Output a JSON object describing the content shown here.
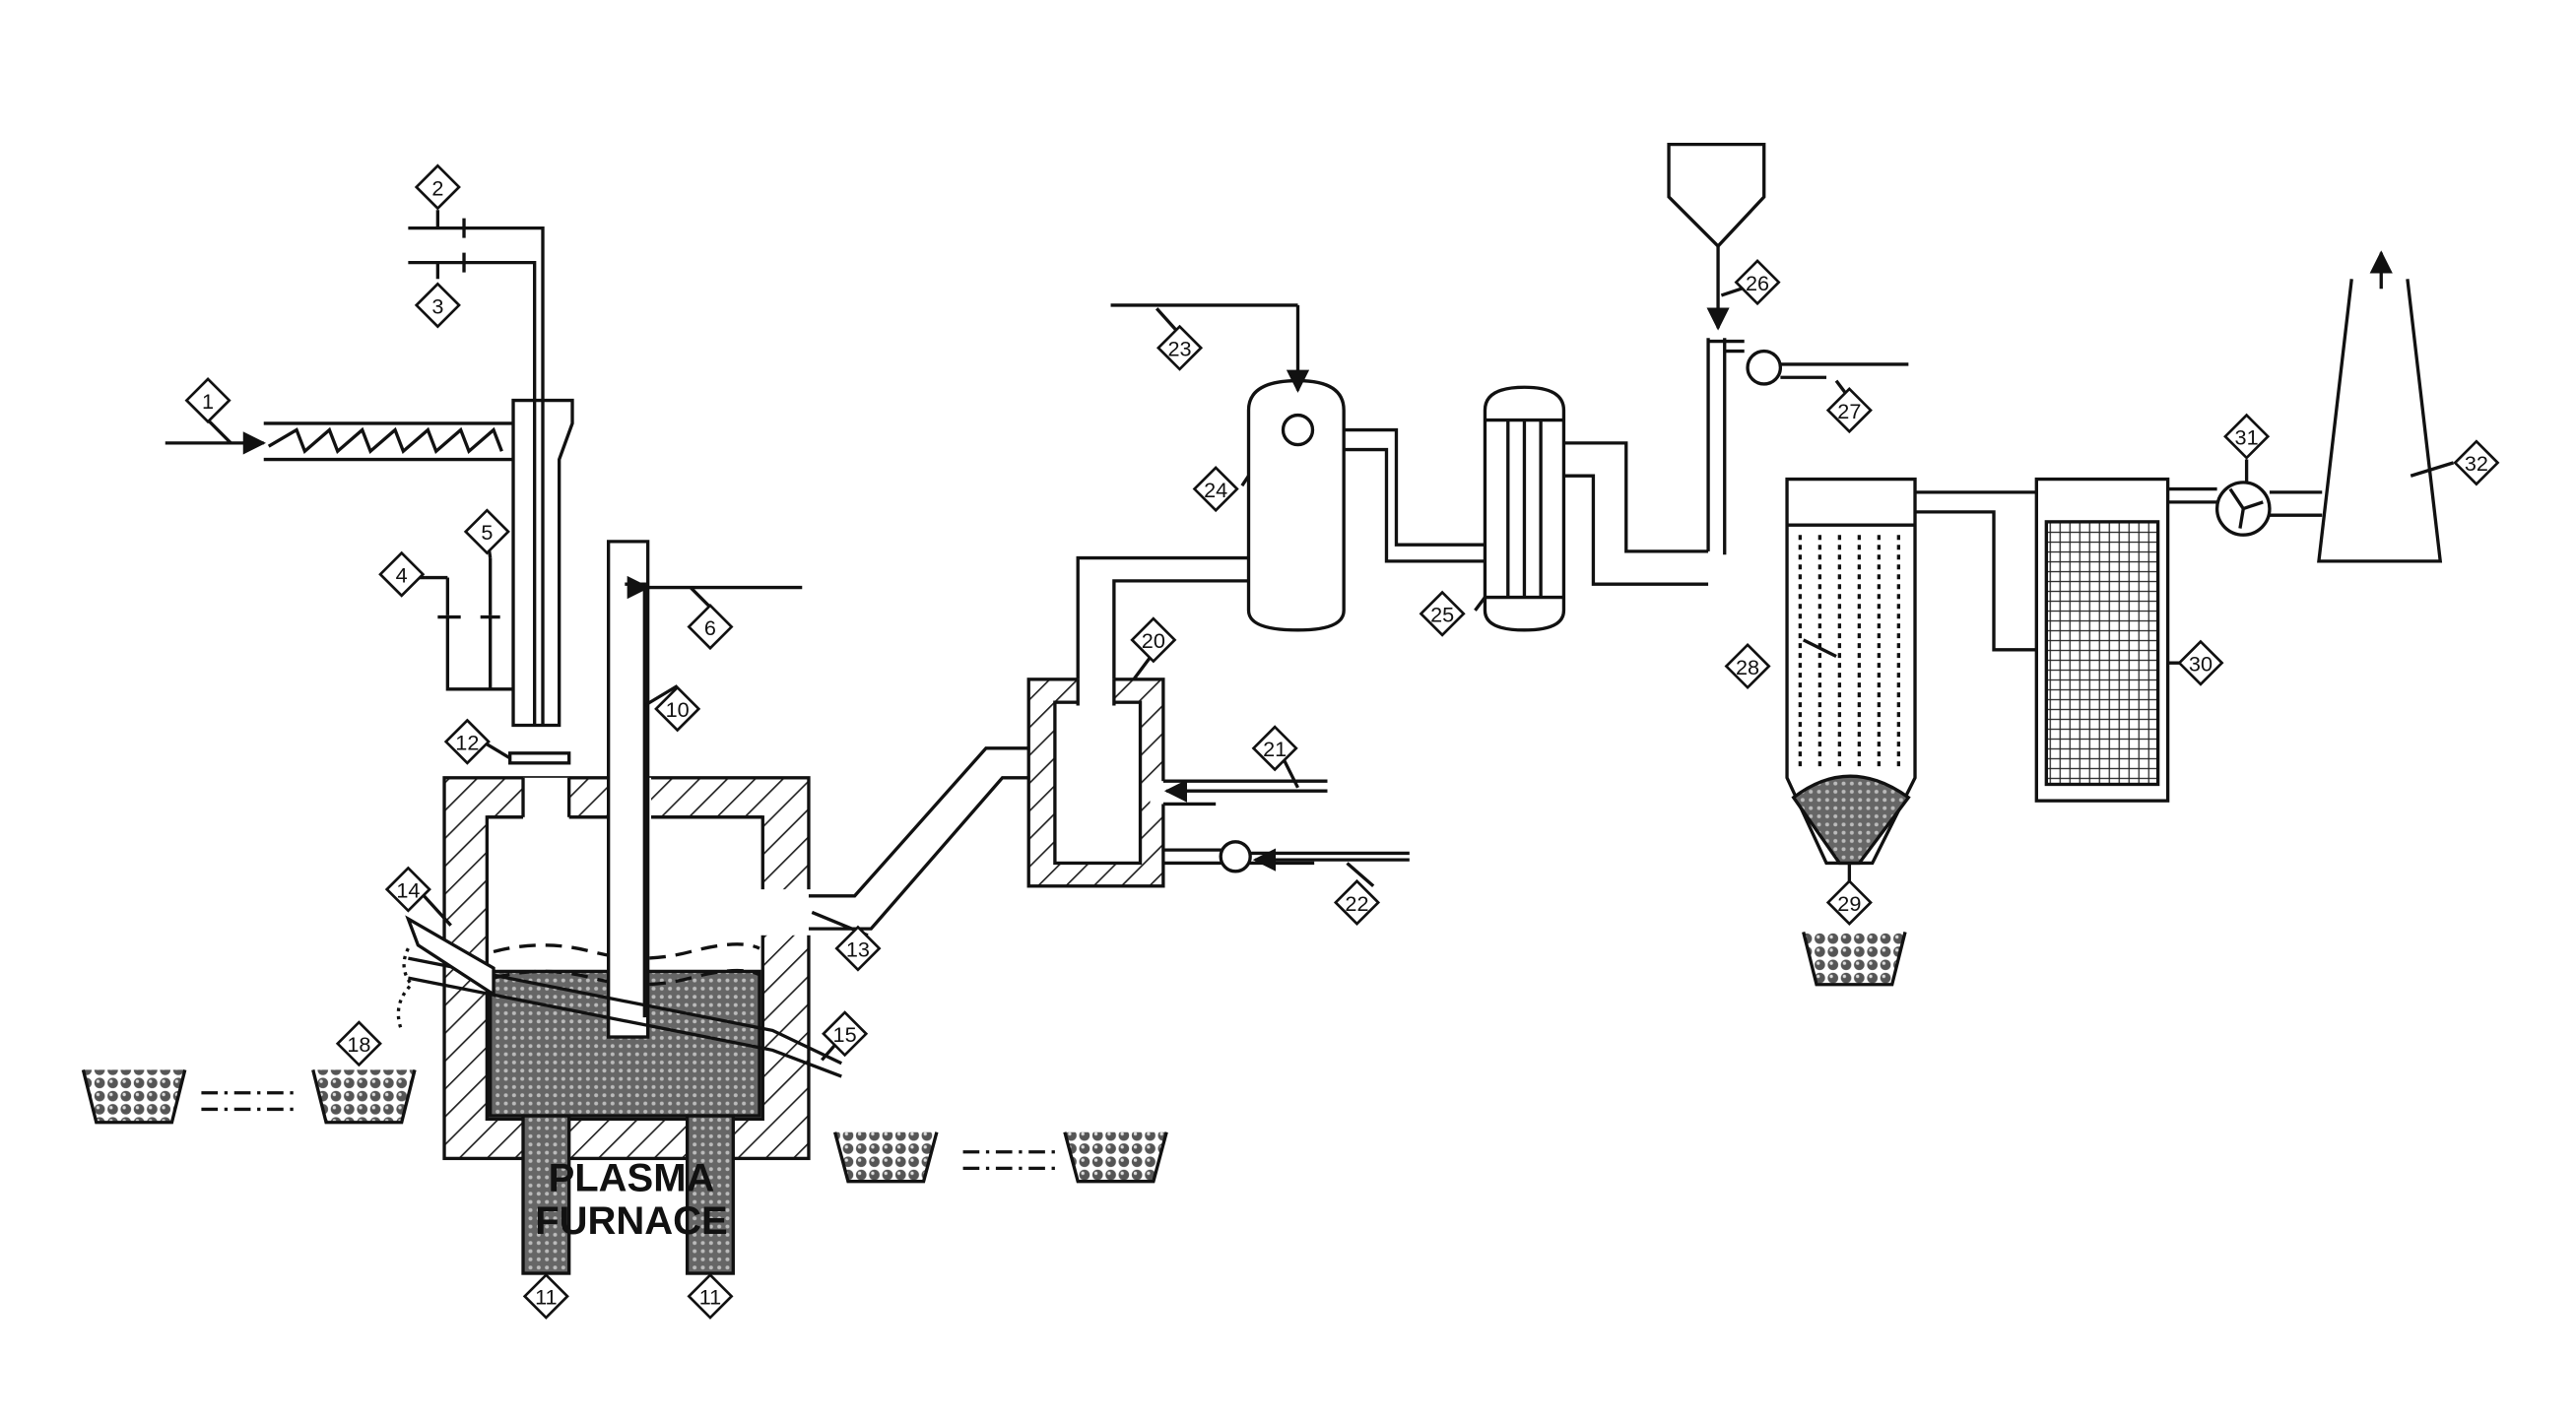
{
  "diagram": {
    "furnace_label_line1": "PLASMA",
    "furnace_label_line2": "FURNACE",
    "markers": {
      "m1": "1",
      "m2": "2",
      "m3": "3",
      "m4": "4",
      "m5": "5",
      "m6": "6",
      "m10": "10",
      "m11a": "11",
      "m11b": "11",
      "m12": "12",
      "m13": "13",
      "m14": "14",
      "m15": "15",
      "m18": "18",
      "m20": "20",
      "m21": "21",
      "m22": "22",
      "m23": "23",
      "m24": "24",
      "m25": "25",
      "m26": "26",
      "m27": "27",
      "m28": "28",
      "m29": "29",
      "m30": "30",
      "m31": "31",
      "m32": "32"
    }
  }
}
